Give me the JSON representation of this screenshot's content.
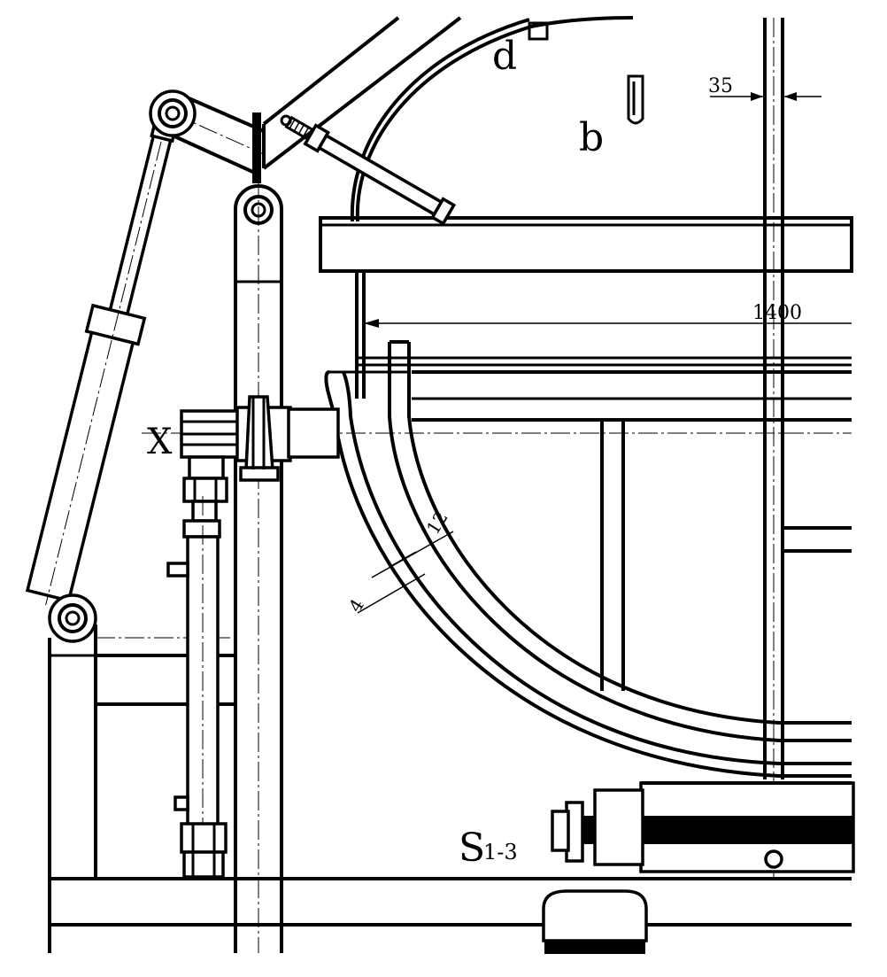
{
  "labels": {
    "d": "d",
    "b": "b",
    "x": "X",
    "s_main": "S",
    "s_sub": "1-3"
  },
  "dimensions": {
    "dim_35": "35",
    "dim_1400": "1400",
    "dim_12": "12",
    "dim_4": "4"
  }
}
